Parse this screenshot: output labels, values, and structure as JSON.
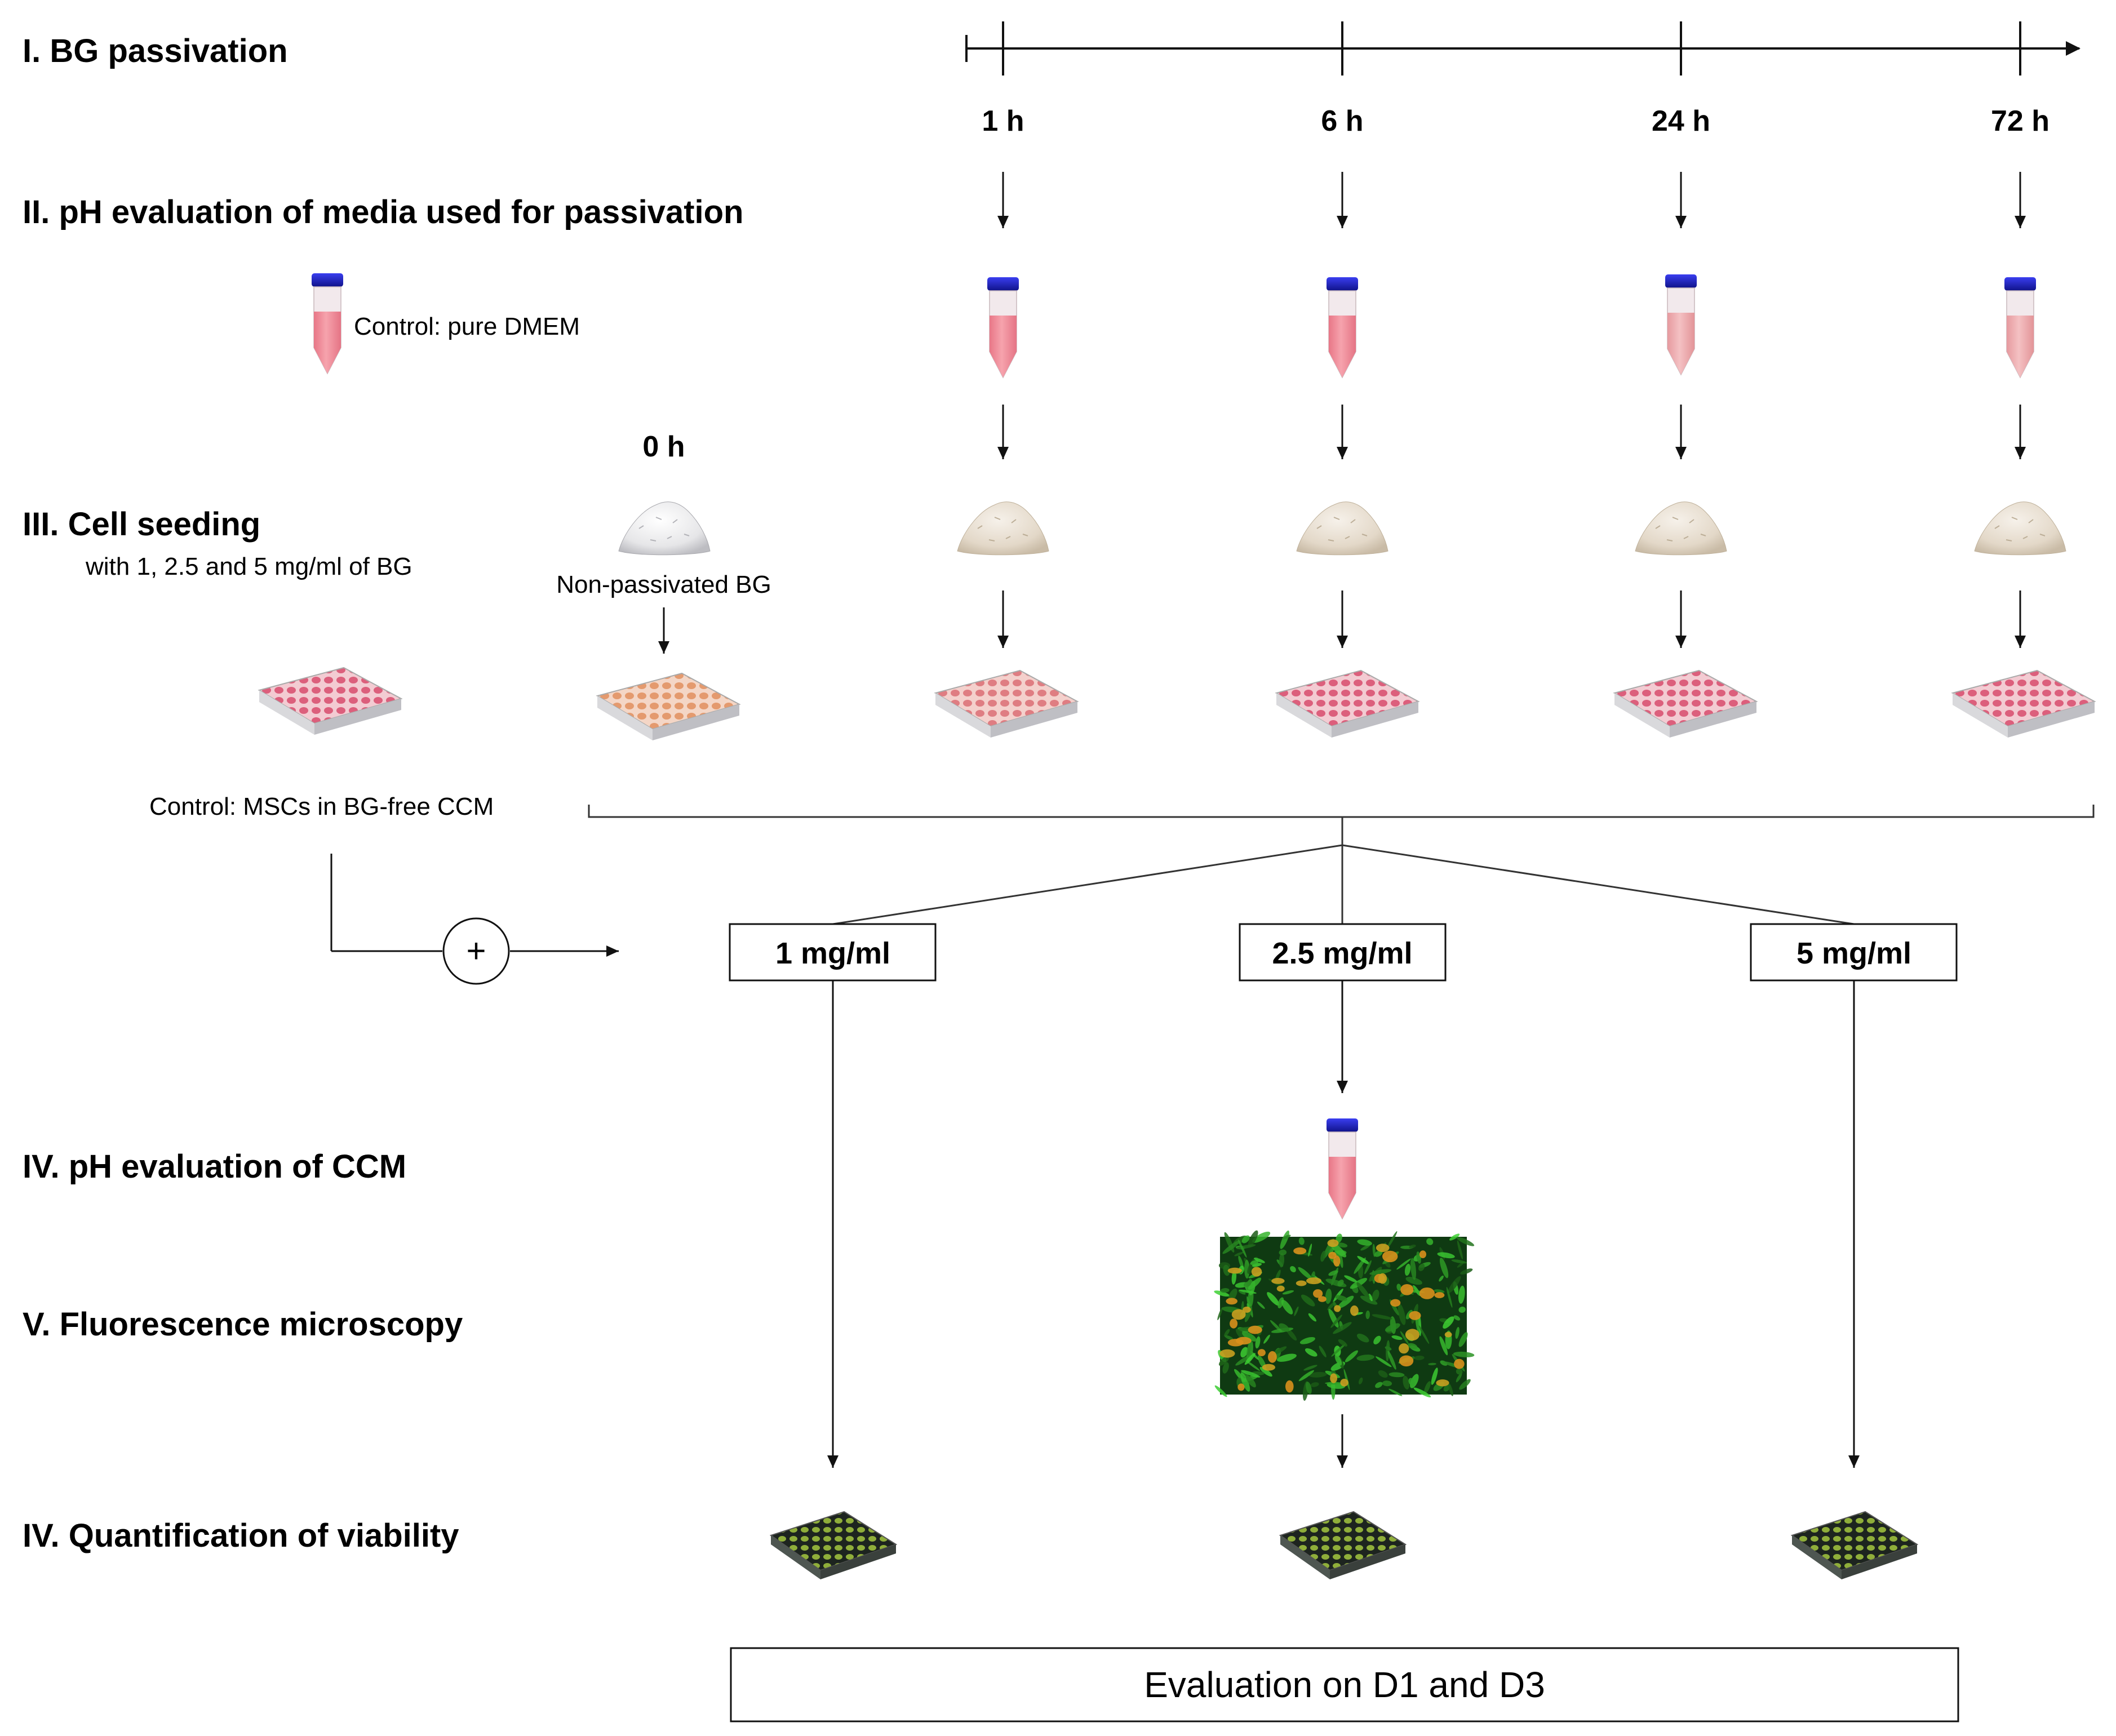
{
  "stages": {
    "s1": "I.   BG passivation",
    "s2": "II.   pH evaluation of media used for passivation",
    "s3": "III.   Cell seeding",
    "s3_sub": "with 1, 2.5 and 5 mg/ml of BG",
    "s4": "IV.   pH evaluation of CCM",
    "s5": "V.   Fluorescence microscopy",
    "s6": "IV.   Quantification of viability"
  },
  "timepoints": [
    "1 h",
    "6 h",
    "24 h",
    "72 h"
  ],
  "zero_time": "0 h",
  "labels": {
    "control_dmem": "Control: pure DMEM",
    "non_passivated": "Non-passivated BG",
    "control_mscs": "Control: MSCs in BG-free CCM",
    "plus": "+"
  },
  "concentrations": [
    "1 mg/ml",
    "2.5 mg/ml",
    "5 mg/ml"
  ],
  "evaluation": "Evaluation on D1 and D3",
  "colors": {
    "tube_cap": "#1e22c8",
    "tube_medium": "#f08a96",
    "plate_pink": "#e46b86",
    "plate_orange": "#e9a070",
    "powder": "#e6ddd0",
    "micro_green": "#1f8f24",
    "micro_orange": "#d8901c",
    "viability_plate": "#2f3a33"
  },
  "icons": {
    "tube": "falcon-tube-icon",
    "powder": "bioactive-glass-powder-icon",
    "plate": "well-plate-icon",
    "plus": "plus-circle-icon"
  }
}
